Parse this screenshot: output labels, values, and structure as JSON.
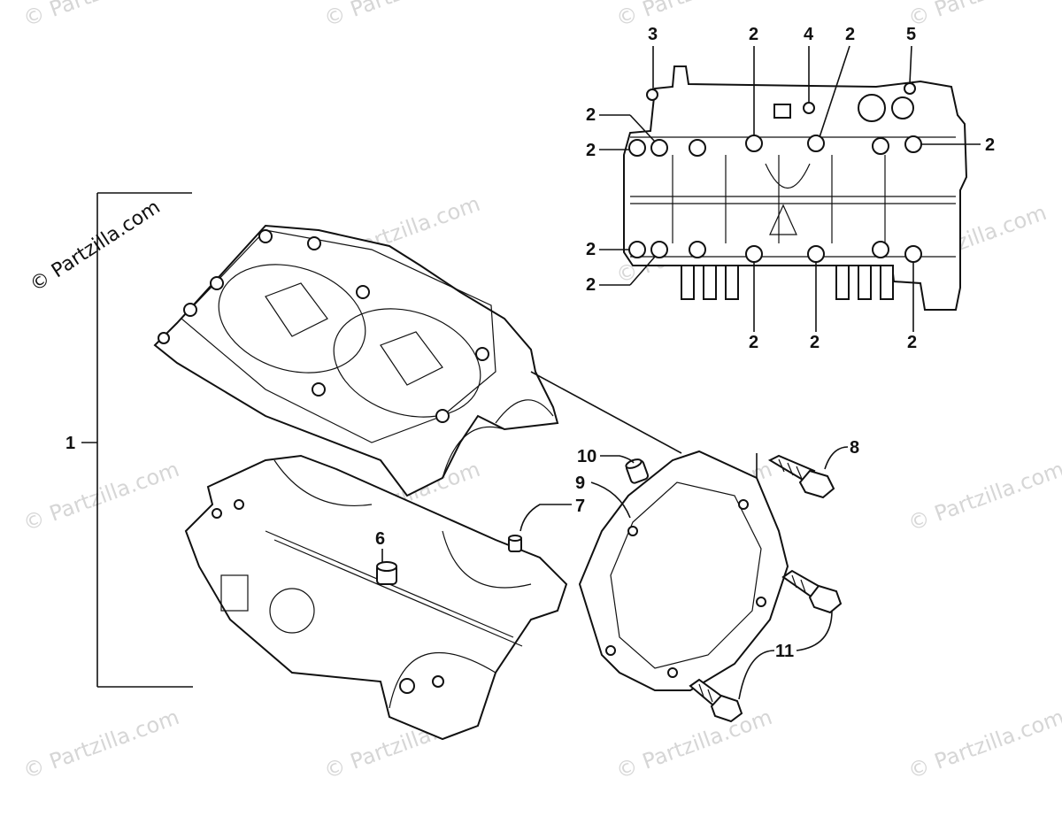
{
  "watermark": "© Partzilla.com",
  "callouts": {
    "c1": "1",
    "c2": "2",
    "c3": "3",
    "c4": "4",
    "c5": "5",
    "c6": "6",
    "c7": "7",
    "c8": "8",
    "c9": "9",
    "c10": "10",
    "c11": "11"
  }
}
